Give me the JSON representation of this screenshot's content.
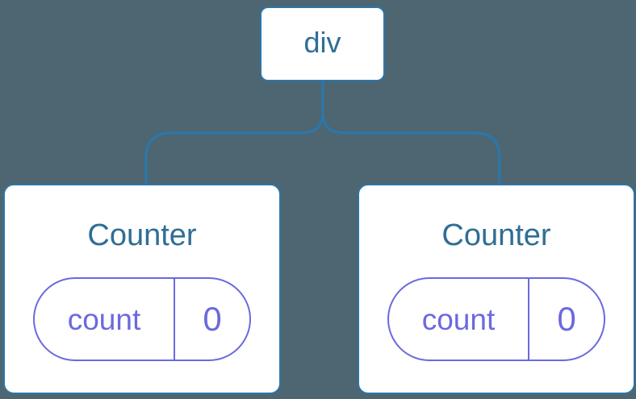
{
  "diagram": {
    "description": "Component tree: a div parent with two Counter children, each holding independent state",
    "background_color": "#4D6671",
    "node_border_color": "#2E76A8",
    "connector_color": "#2E76A8",
    "node_text_color": "#2E6E96",
    "state_accent_color": "#6B69DF",
    "root": {
      "label": "div"
    },
    "children": [
      {
        "title": "Counter",
        "state": {
          "key": "count",
          "value": "0"
        }
      },
      {
        "title": "Counter",
        "state": {
          "key": "count",
          "value": "0"
        }
      }
    ]
  }
}
